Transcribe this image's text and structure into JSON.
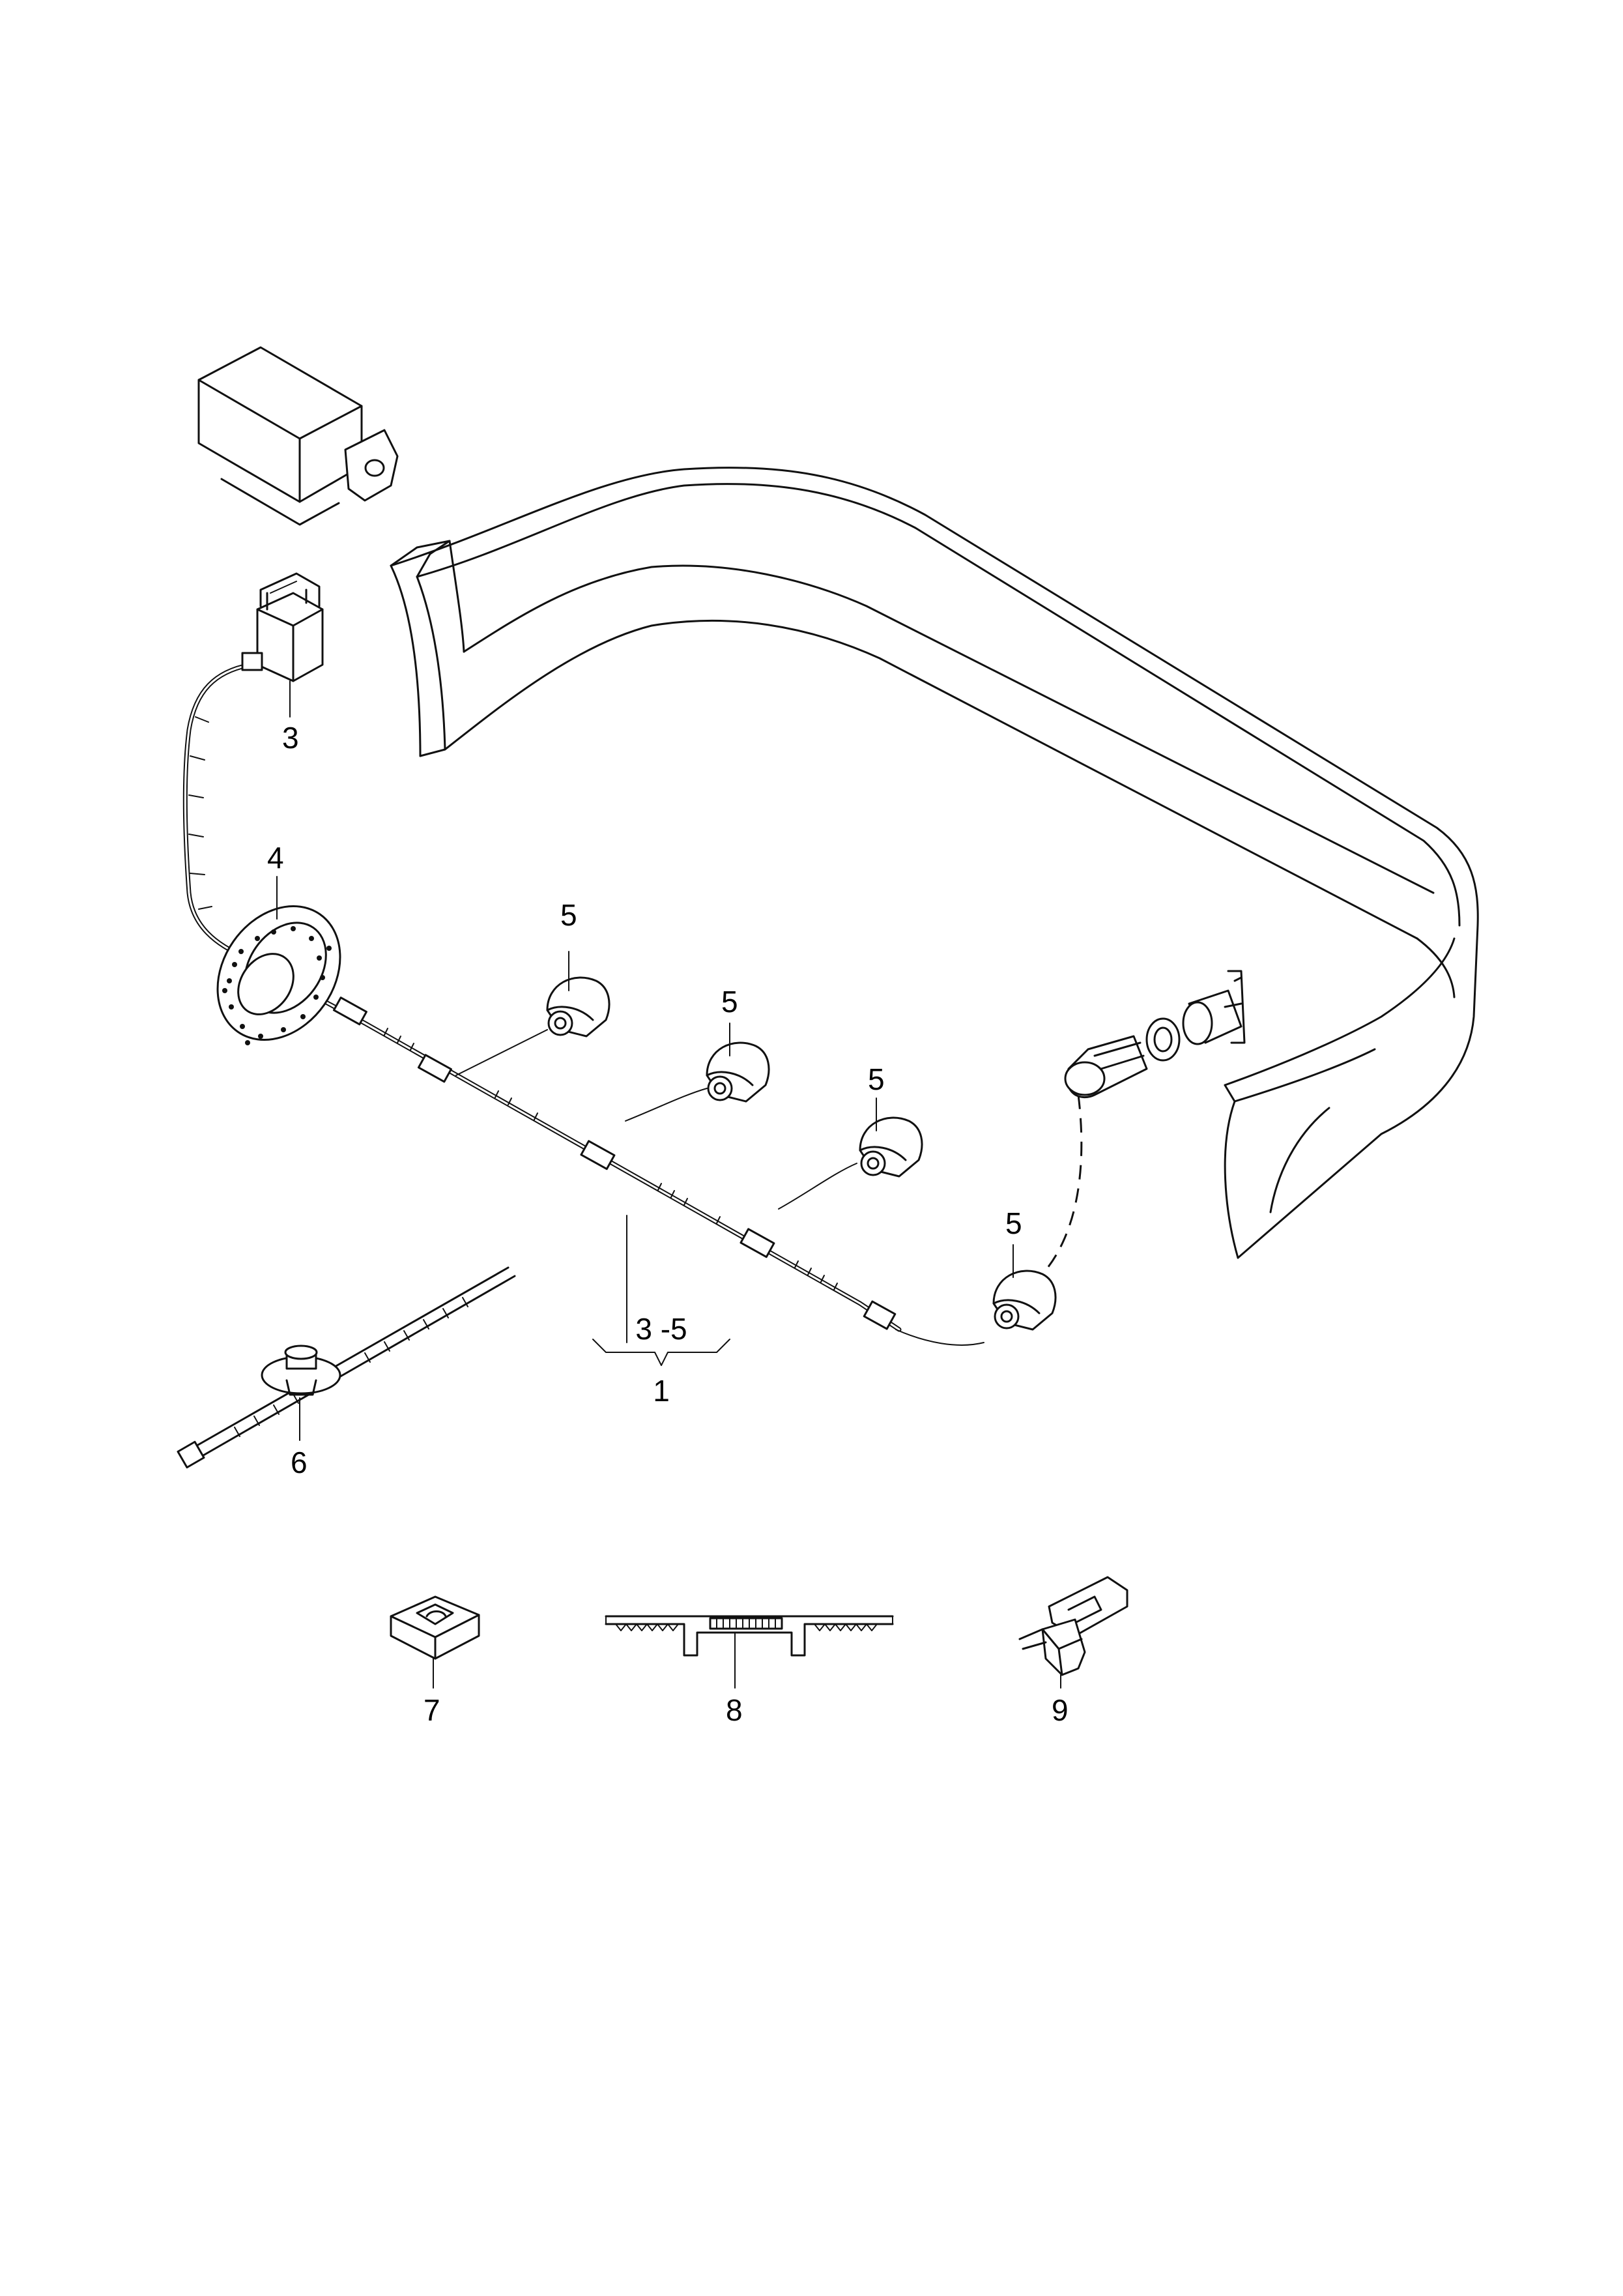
{
  "callouts": {
    "item_1": "1",
    "item_range": "3 -5",
    "item_3": "3",
    "item_4": "4",
    "item_5a": "5",
    "item_5b": "5",
    "item_5c": "5",
    "item_5d": "5",
    "item_6": "6",
    "item_7": "7",
    "item_8": "8",
    "item_9": "9"
  },
  "parts": [
    {
      "id": "control-unit",
      "icon": "control-unit-icon"
    },
    {
      "id": "rear-bumper",
      "icon": "bumper-icon"
    },
    {
      "id": "wiring-harness",
      "icon": "harness-icon",
      "callout": "1",
      "covers": "3 -5"
    },
    {
      "id": "connector",
      "icon": "connector-icon",
      "callout": "3"
    },
    {
      "id": "grommet",
      "icon": "grommet-icon",
      "callout": "4"
    },
    {
      "id": "sensor-plug",
      "icon": "sensor-plug-icon",
      "callout": "5",
      "count": 4
    },
    {
      "id": "cable-tie",
      "icon": "cable-tie-icon",
      "callout": "6"
    },
    {
      "id": "clip-nut",
      "icon": "clip-nut-icon",
      "callout": "7"
    },
    {
      "id": "retaining-strip",
      "icon": "retaining-strip-icon",
      "callout": "8"
    },
    {
      "id": "holder-clip",
      "icon": "holder-clip-icon",
      "callout": "9"
    },
    {
      "id": "parking-sensor",
      "icon": "parking-sensor-icon"
    }
  ],
  "colors": {
    "line": "#111111",
    "background": "#ffffff"
  }
}
